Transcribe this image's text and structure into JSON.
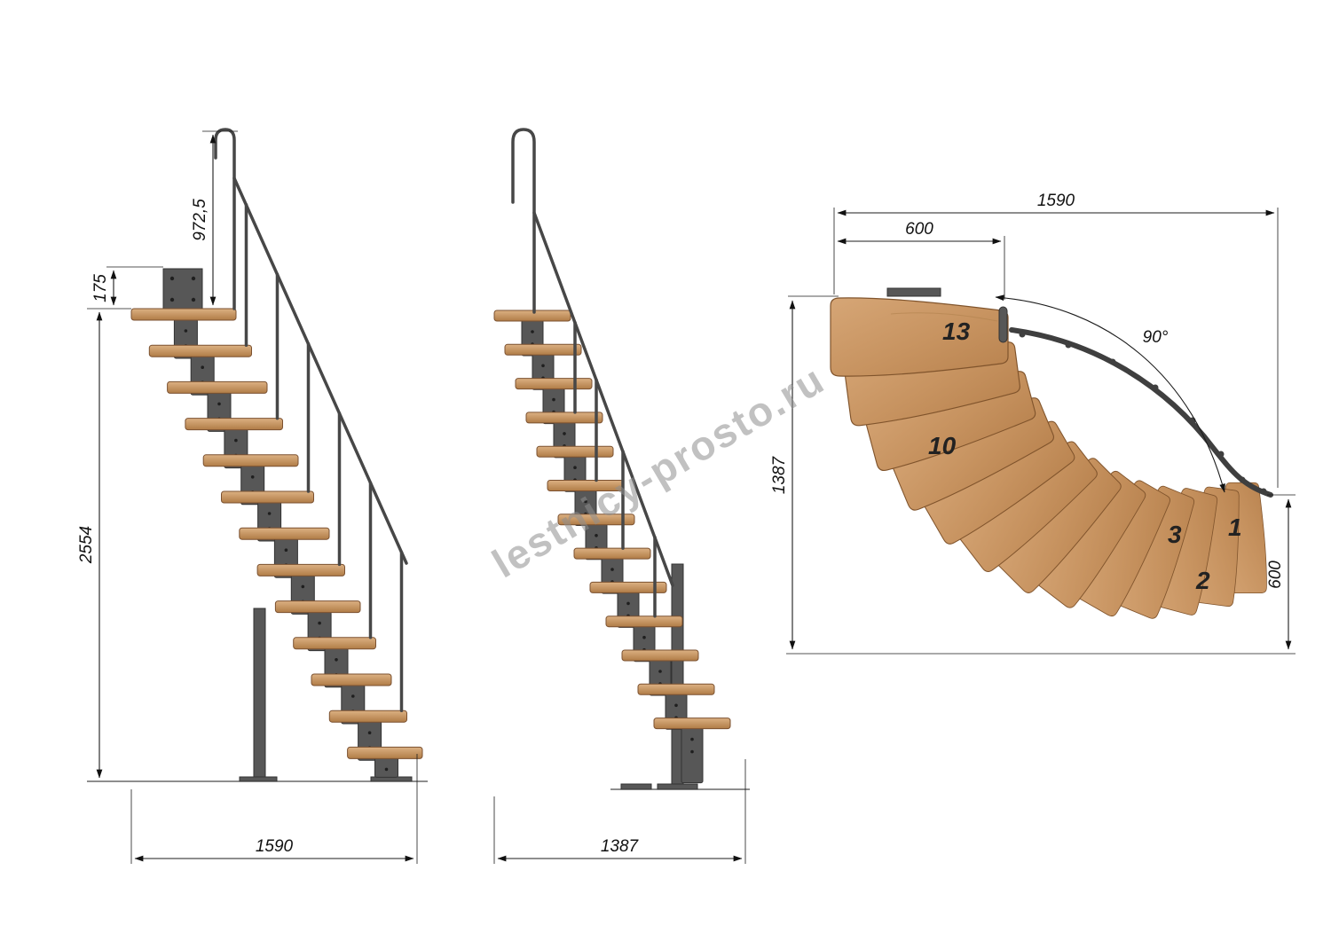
{
  "watermark": {
    "text": "lestnicy-prosto.ru"
  },
  "side_view": {
    "rail_height": "972,5",
    "slab_offset": "175",
    "total_height": "2554",
    "length": "1590"
  },
  "front_view": {
    "width": "1387"
  },
  "plan_view": {
    "overall_width": "1590",
    "platform_width": "600",
    "overall_depth": "1387",
    "exit_width": "600",
    "turn_angle": "90°",
    "treads": [
      {
        "label": "13"
      },
      {
        "label": "10"
      },
      {
        "label": "3"
      },
      {
        "label": "1"
      },
      {
        "label": "2"
      }
    ]
  }
}
